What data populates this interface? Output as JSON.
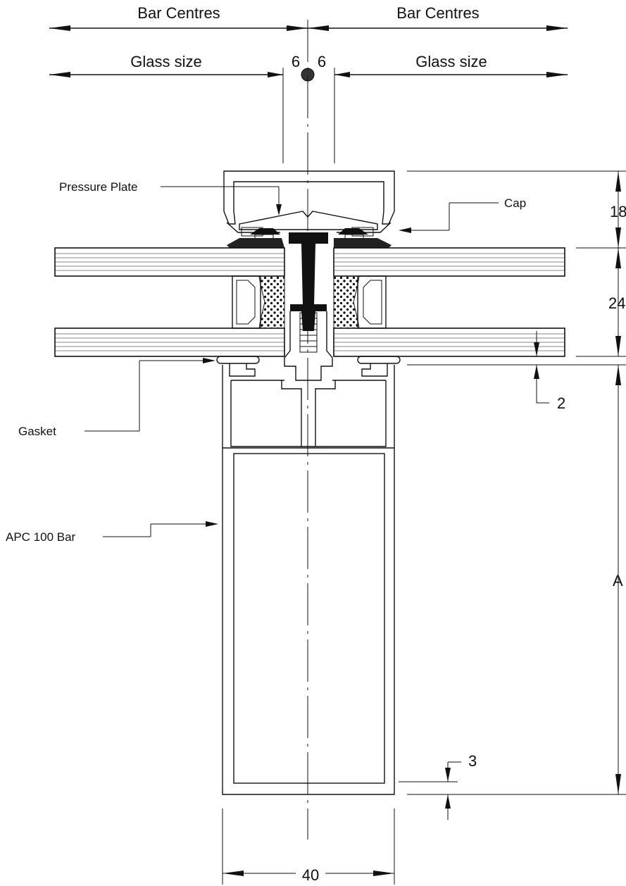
{
  "drawing": {
    "labels": {
      "bar_centres_left": "Bar Centres",
      "bar_centres_right": "Bar Centres",
      "glass_size_left": "Glass size",
      "glass_size_right": "Glass size",
      "gap_left": "6",
      "gap_right": "6",
      "pressure_plate": "Pressure Plate",
      "cap": "Cap",
      "gasket": "Gasket",
      "bar": "APC 100 Bar"
    },
    "dimensions": {
      "cap_height": "18",
      "unit_thickness": "24",
      "gasket_gap": "2",
      "bar_depth": "A",
      "wall_thickness": "3",
      "bar_width": "40"
    }
  }
}
